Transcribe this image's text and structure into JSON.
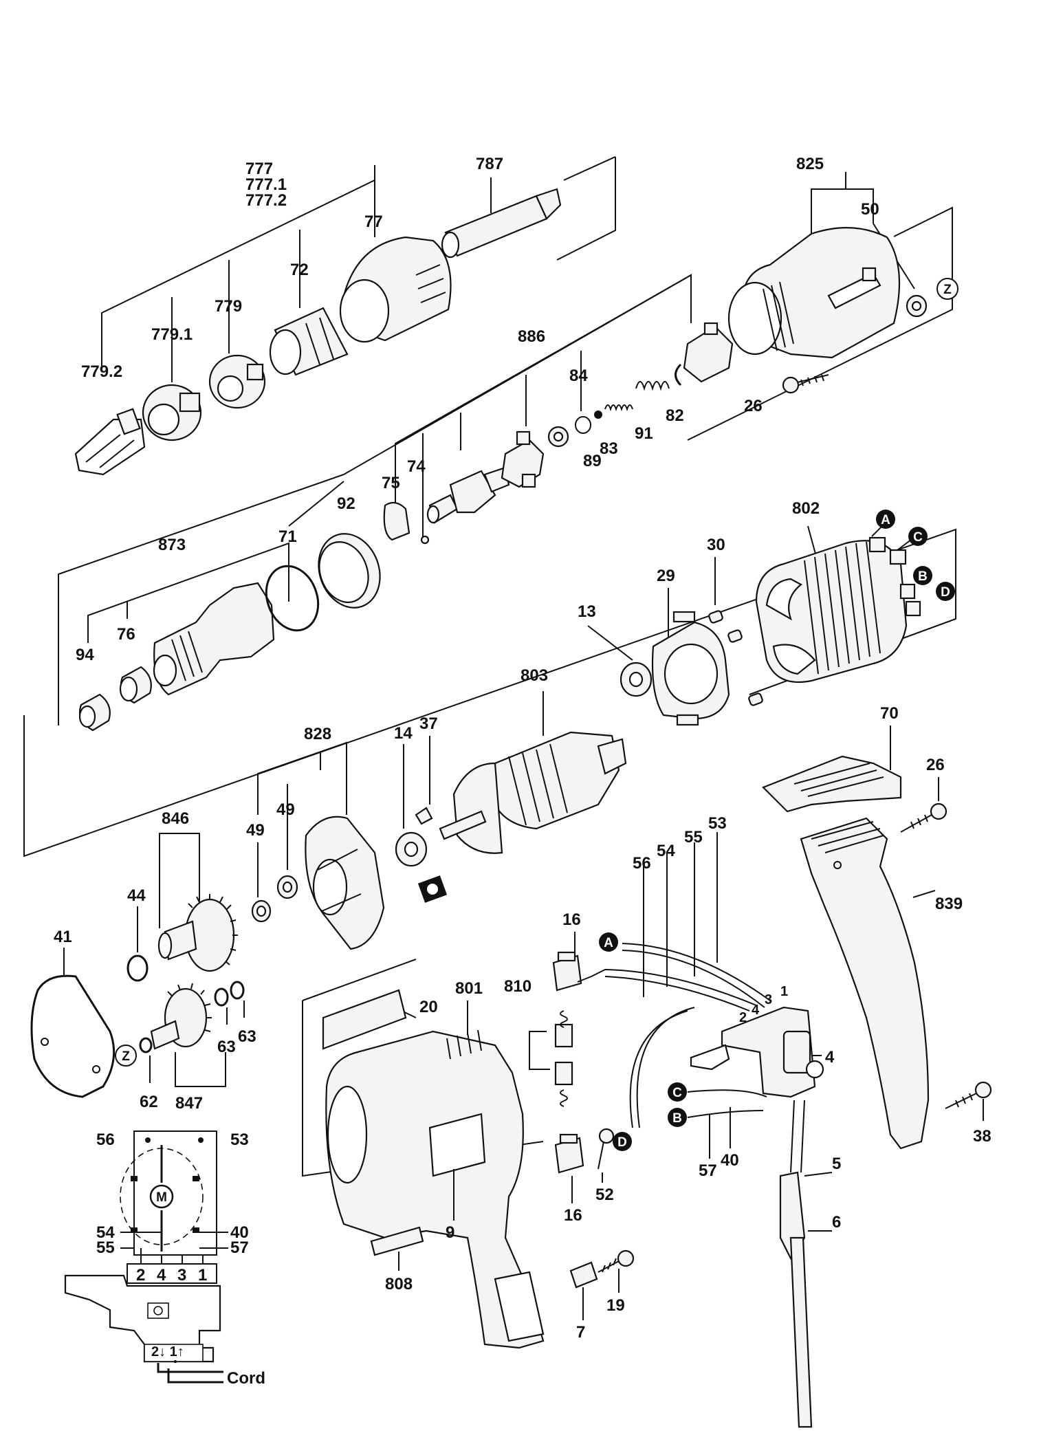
{
  "diagram": {
    "callouts": [
      "777",
      "777.1",
      "777.2",
      "787",
      "77",
      "72",
      "779",
      "779.1",
      "779.2",
      "825",
      "50",
      "886",
      "84",
      "82",
      "26",
      "91",
      "83",
      "89",
      "75",
      "74",
      "92",
      "71",
      "873",
      "76",
      "94",
      "802",
      "30",
      "29",
      "13",
      "803",
      "828",
      "49",
      "14",
      "37",
      "846",
      "44",
      "41",
      "62",
      "63",
      "847",
      "70",
      "839",
      "38",
      "53",
      "55",
      "54",
      "56",
      "16",
      "810",
      "801",
      "20",
      "9",
      "808",
      "52",
      "7",
      "19",
      "4",
      "40",
      "57",
      "5",
      "6"
    ],
    "connector_letters": {
      "a": "A",
      "b": "B",
      "c": "C",
      "d": "D"
    },
    "ring_marker": "Z",
    "wiring": {
      "motor_symbol": "M",
      "terminals": [
        "2",
        "4",
        "3",
        "1"
      ],
      "cord_label": "Cord",
      "lead_labels": {
        "l56": "56",
        "l53": "53",
        "l54": "54",
        "l55": "55",
        "l40": "40",
        "l57": "57"
      },
      "switch_base_text": "2↓ 1↑"
    },
    "wire_terminals": [
      "1",
      "2",
      "3",
      "4"
    ]
  }
}
